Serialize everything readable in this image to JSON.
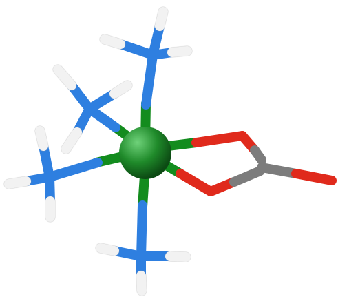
{
  "colors": {
    "background": "#ffffff",
    "metal_green": "#1f8a2a",
    "metal_highlight": "#6fd27a",
    "metal_dark": "#0c4a13",
    "bond_green": "#138c1e",
    "nitrogen_blue": "#2e7fe0",
    "hydrogen_white": "#f2f2f2",
    "oxygen_red": "#e02a1c",
    "carbon_gray": "#7c7c7c"
  },
  "atoms": [
    "metal",
    "nitrogen",
    "hydrogen",
    "oxygen",
    "carbon"
  ]
}
